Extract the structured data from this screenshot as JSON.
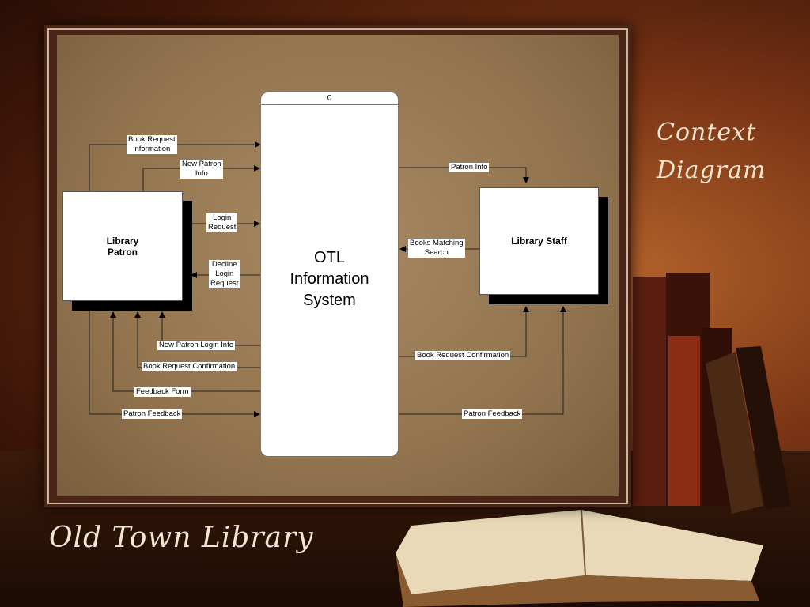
{
  "slide": {
    "corner_title": "Context\nDiagram",
    "footer_title": "Old Town Library"
  },
  "diagram": {
    "process": {
      "id": "0",
      "name": "OTL\nInformation\nSystem"
    },
    "entities": {
      "patron": "Library\nPatron",
      "staff": "Library Staff"
    },
    "flows": {
      "book_request_information": "Book Request\ninformation",
      "new_patron_info": "New Patron\nInfo",
      "login_request": "Login\nRequest",
      "decline_login_request": "Decline\nLogin\nRequest",
      "new_patron_login_info": "New Patron Login Info",
      "book_request_confirmation_patron": "Book Request Confirmation",
      "feedback_form": "Feedback Form",
      "patron_feedback_patron": "Patron Feedback",
      "patron_info": "Patron Info",
      "books_matching_search": "Books Matching\nSearch",
      "book_request_confirmation_staff": "Book Request Confirmation",
      "patron_feedback_staff": "Patron Feedback"
    }
  },
  "colors": {
    "background": "#7a3415",
    "parchment": "#a78a63",
    "frame": "#4a2416",
    "title_text": "#f3e7d2"
  }
}
